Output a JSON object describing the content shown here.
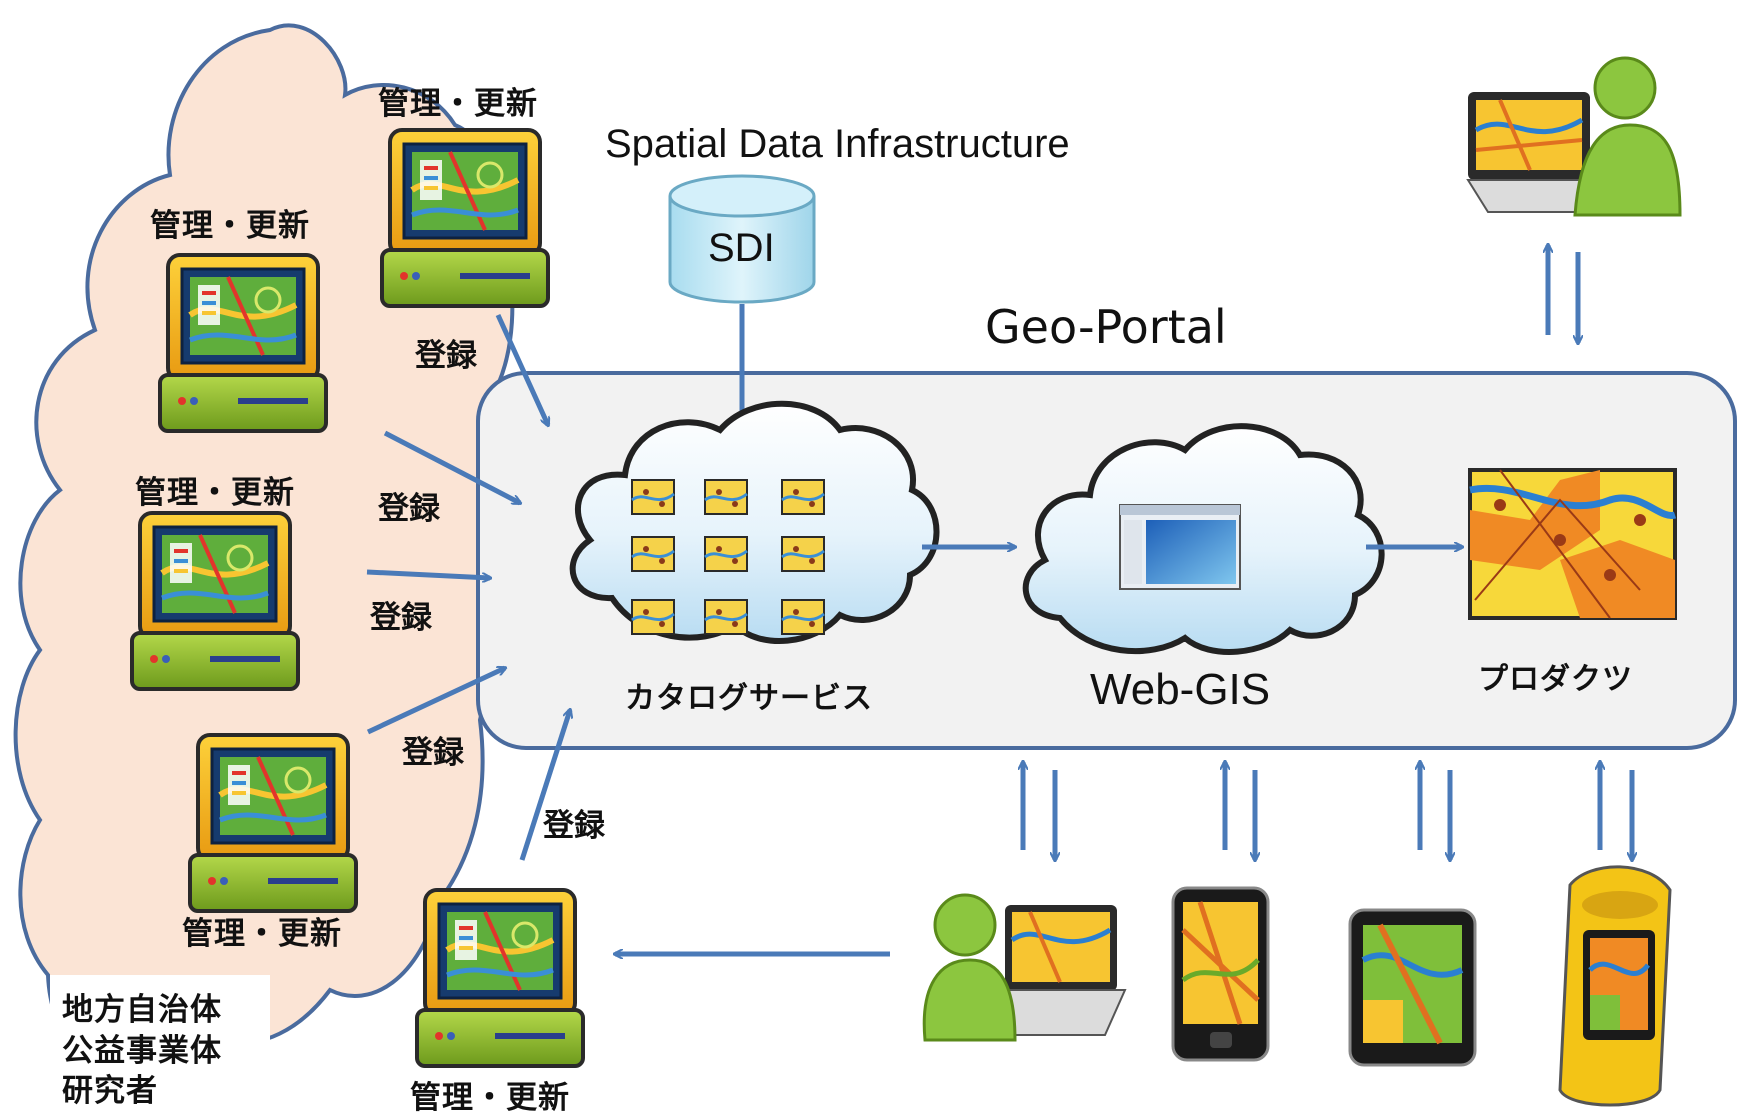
{
  "labels": {
    "sdi_title": "Spatial Data Infrastructure",
    "sdi_db": "SDI",
    "portal_title": "Geo-Portal",
    "catalog": "カタログサービス",
    "webgis": "Web-GIS",
    "products": "プロダクツ",
    "manage": "管理・更新",
    "register": "登録",
    "org_line1": "地方自治体",
    "org_line2": "公益事業体",
    "org_line3": "研究者"
  },
  "colors": {
    "arrow": "#4a7ab8",
    "cloud_fill": "#fbe4d5",
    "cloud_stroke": "#4a6b9e",
    "portal_fill": "#f2f2f2",
    "portal_stroke": "#4a6b9e",
    "db_fill": "#bfe6f2"
  }
}
